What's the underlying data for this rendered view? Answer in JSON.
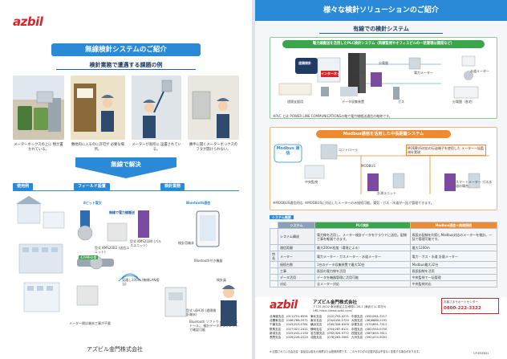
{
  "left": {
    "logo": "azbil",
    "title": "無線検針システムのご紹介",
    "subtitle": "検針業務で遭遇する課題の例",
    "problems": [
      {
        "caption": "メーターボックスの上に 物が置かれている。"
      },
      {
        "caption": "敷地内に入るのに許可が 必要な場所。"
      },
      {
        "caption": "メーターが高所に 設置されている。"
      },
      {
        "caption": "勝手に開くメーターボックスの フタが開けられない。"
      }
    ],
    "solution": "無線で解決",
    "sections": {
      "usage": "使用例",
      "field": "フィールド設置",
      "reading": "検針業務"
    },
    "field_labels": {
      "pulse": "8ビット電文",
      "wireless_radio": "無線で電力線搬送",
      "bluetooth": "Bluetooth通信",
      "band": "429MHz帯",
      "distance": "見通し100m (無線LAN相当)",
      "device1": "型式 KMS20B2 (送信ユニット)",
      "device2": "型式 KMS21B0 (パルスユニット)",
      "handheld": "検針用端末",
      "bluetooth_device": "Bluetooth付き機器",
      "collector": "型式 uSH30 (遠隔検針端末)",
      "worker": "検針員"
    },
    "notes": [
      "メーター側は端末工事が不要",
      "Bluetooth ソフトウェアをインストール。 検針データがタブレットで確認可能"
    ],
    "company": "アズビル金門株式会社"
  },
  "right": {
    "title": "様々な検針ソリューションのご紹介",
    "subtitle": "有線での検針システム",
    "plc": {
      "header": "電力線搬送を活用したPLC検針システム（両棟監視やオフィスビルの一括管理は開発など）",
      "labels": [
        "遠隔検針",
        "インターネット",
        "サーバ",
        "分電盤",
        "電力メーター",
        "水道メーター",
        "遠隔支援用",
        "データ収集装置",
        "ガス",
        "分電盤（各宅）"
      ],
      "footnote": "※PLC とは POWER LINE COMMUNICATIONSの略で電力線搬送通信の略称です。"
    },
    "modbus": {
      "header": "Modbus通信を活用した中長距離システム",
      "labels": [
        "Modbus 通信",
        "コントローラ",
        "MODBUS",
        "中央監視",
        "計測ユニット",
        "スマートメーター ガス水道の場合",
        "MODBUS対応の伝送端子を使用した メーター一括監視を実現"
      ],
      "footnote": "※MODBUS通信対応: ※MODBUSに対応したメーターのみ接続可能。電気・ガス・水道が一括で管理できます。"
    },
    "table": {
      "title": "システム概要",
      "headers": [
        "",
        "システム",
        "PLC検針",
        "Modbus通信＋無線接続"
      ],
      "rows": [
        [
          "",
          "システム構成",
          "電力線を活用し、メーター検針データをクラウドに送信。配線工事を軽減できます。",
          "既設の配線を利用しModbus対応のメーターを検針。一括で管理可能です。"
        ],
        [
          "",
          "通信距離",
          "最大200m程度（環境による）",
          "最大1200m"
        ],
        [
          "特長",
          "メーター",
          "電力メーター・ガスメーター・水道メーター",
          "電力・ガス・水道 計量メーター"
        ],
        [
          "",
          "接続台数",
          "1台のデータ収集装置で最大50台",
          "Modbus最大32台"
        ],
        [
          "",
          "工事",
          "既設の電力線を活用",
          "既設配線を活用"
        ],
        [
          "",
          "データ活用",
          "データを機器管理に活用可能",
          "中央監視で一括管理"
        ],
        [
          "",
          "対応",
          "全メーター対応",
          "中央監視対応"
        ]
      ]
    },
    "footer": {
      "logo": "azbil",
      "company": "アズビル金門株式会社",
      "address": "〒120-0022 東京都足立区柳原1-28-1 (東武ビル 本社5)",
      "url": "URL https://www.azbil.com/",
      "support_title": "お客さまサポートセンター",
      "support_phone": "0800-222-3322",
      "contacts": [
        [
          "北海道支店",
          "(011)751-6591",
          "東北支店",
          "(022)793-4271",
          "中部支店",
          "(052)261-7217"
        ],
        [
          "北関東支店",
          "(048)788-2571",
          "東京支店",
          "(03)4434-2720",
          "大阪支店",
          "(06)6886-2191"
        ],
        [
          "千葉支店",
          "(043)223-0761",
          "横浜支店",
          "(045)328-8100",
          "京都支店",
          "(075)691-7311"
        ],
        [
          "群馬支店",
          "(027)327-2411",
          "静岡支店",
          "(054)287-6111",
          "中国支店",
          "(082)554-0750"
        ],
        [
          "新潟支店",
          "(025)241-2150",
          "名古屋支店",
          "(052)324-9772",
          "四国支店",
          "(087)833-7811"
        ],
        [
          "長野支店",
          "(026)226-2225",
          "北陸支店",
          "(076)263-5561",
          "九州支店",
          "(092)474-5001"
        ]
      ],
      "disclaimer": "※ 記載されている会社名・製品名は各社の商標または登録商標です。 このカタログの記載内容は予告なく変更する場合があります。",
      "code": "CP-ESE831"
    }
  },
  "colors": {
    "brand_red": "#d8252a",
    "blue": "#2a8ad8",
    "dark_blue": "#1f5fa8",
    "green": "#3aa54a",
    "orange": "#ee8a2f",
    "teal": "#2aa0a6"
  }
}
